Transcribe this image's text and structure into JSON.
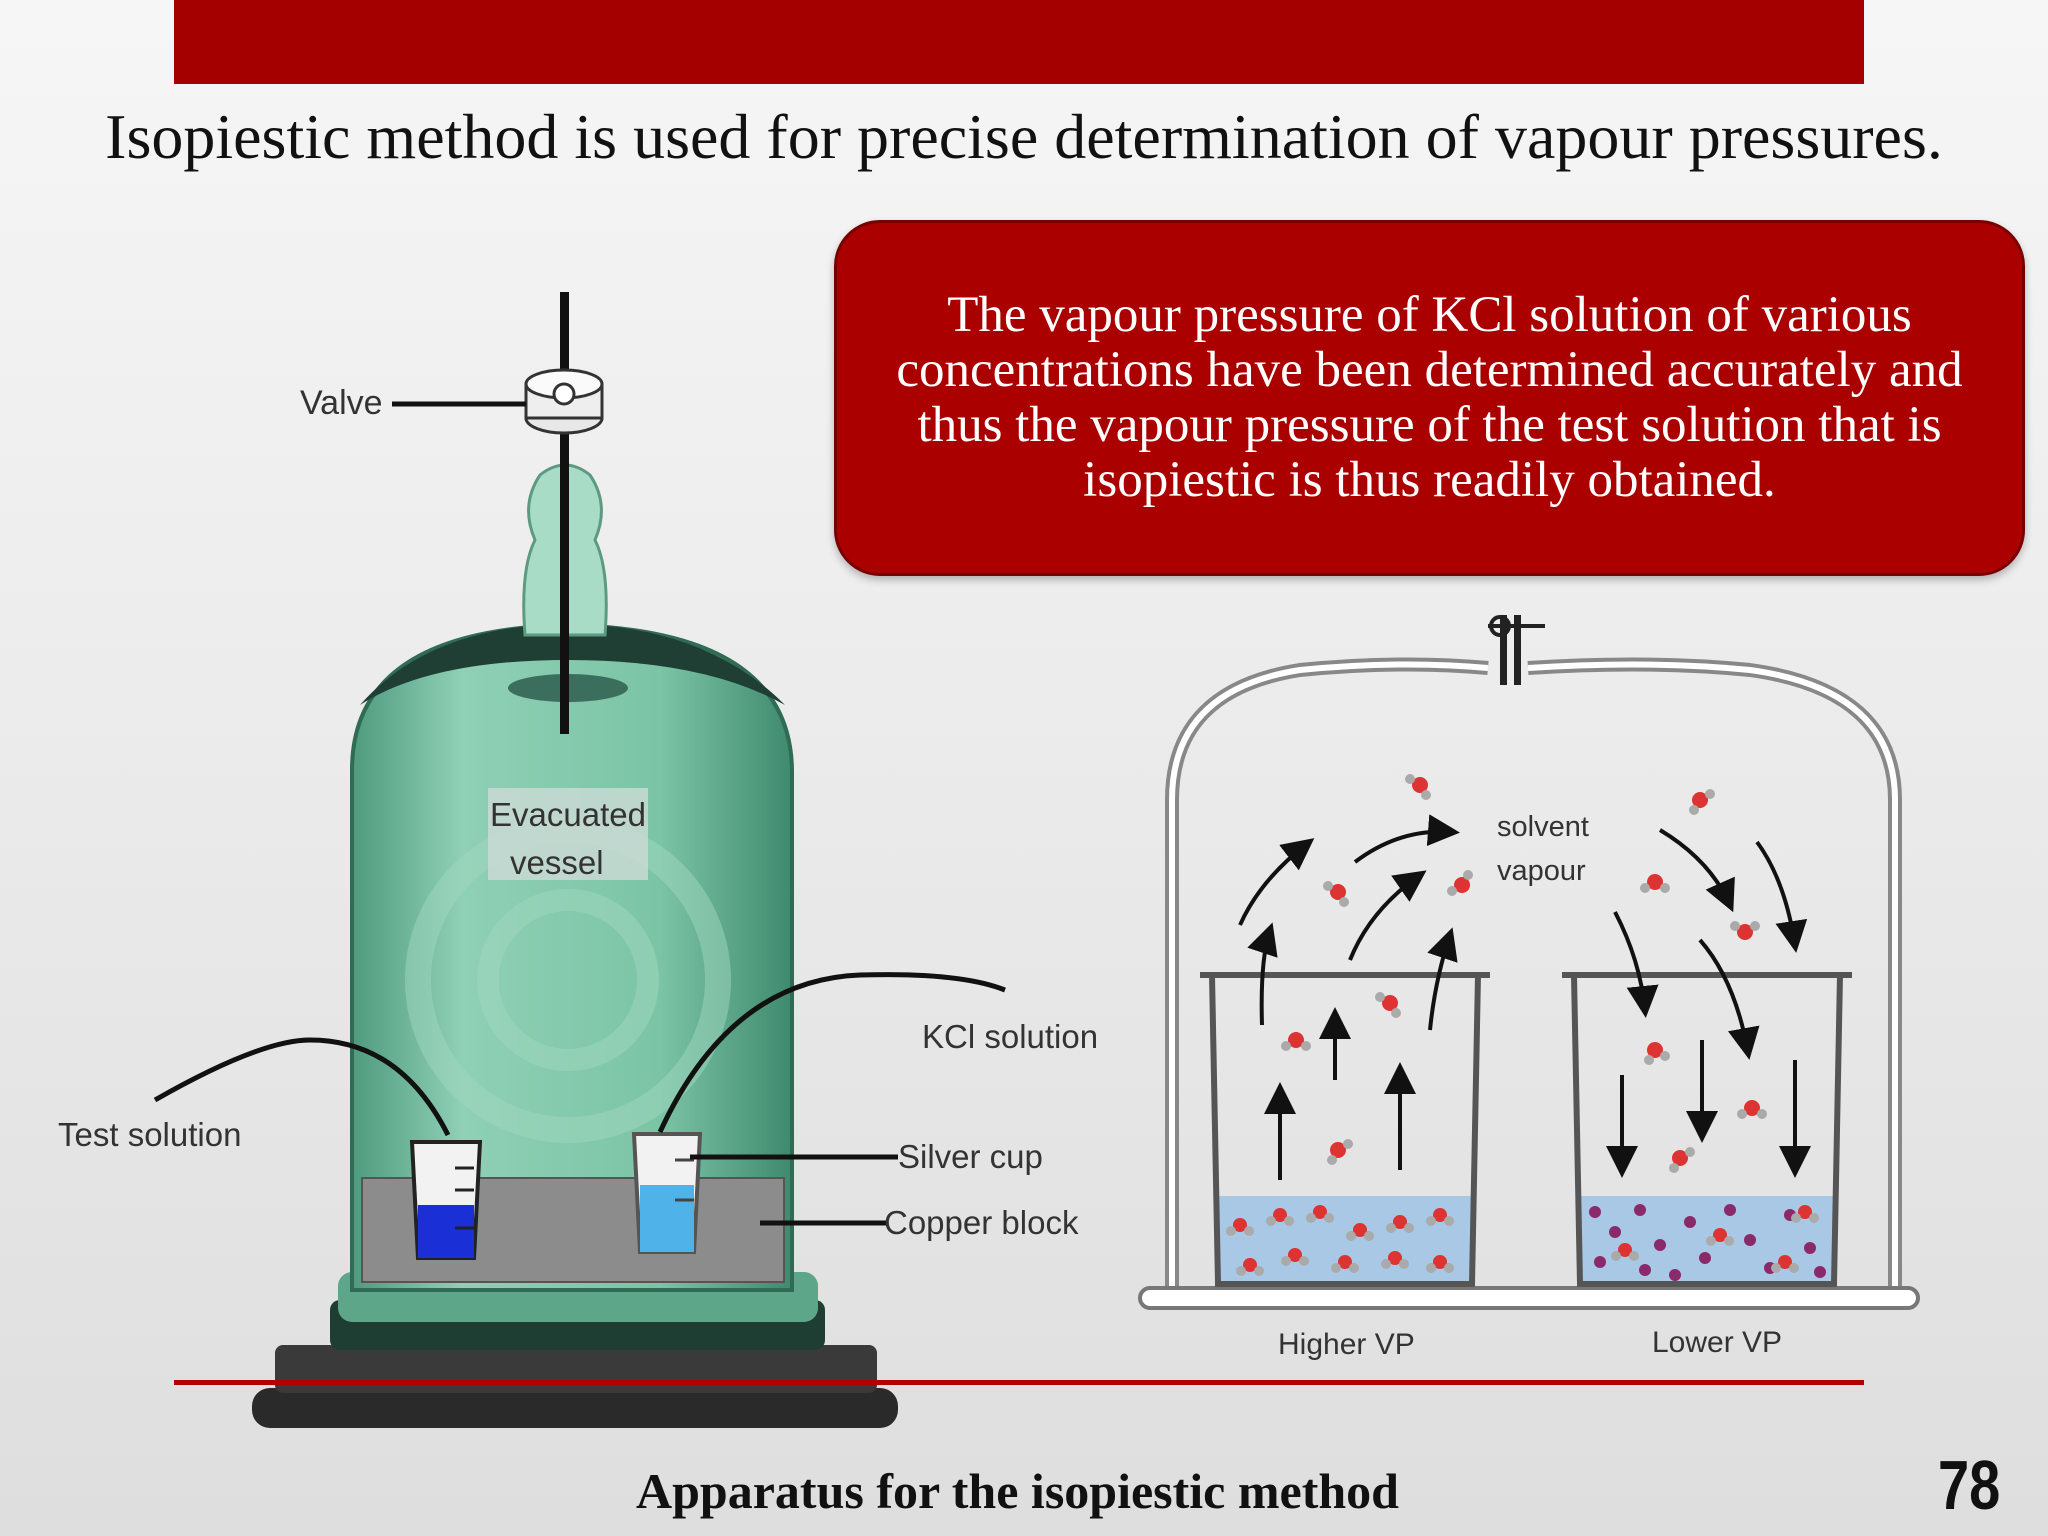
{
  "slide": {
    "title": "Isopiestic method is used for precise determination of vapour pressures.",
    "callout": "The vapour pressure of KCl solution of various concentrations have been determined accurately and thus the vapour pressure of the test solution that is isopiestic is thus readily obtained.",
    "caption": "Apparatus for the isopiestic method",
    "page_number": "78"
  },
  "left_diagram": {
    "labels": {
      "valve": "Valve",
      "vessel_line1": "Evacuated",
      "vessel_line2": "vessel",
      "kcl": "KCl solution",
      "test": "Test solution",
      "silver_cup": "Silver cup",
      "copper_block": "Copper block"
    }
  },
  "right_diagram": {
    "labels": {
      "vapour_line1": "solvent",
      "vapour_line2": "vapour",
      "higher": "Higher VP",
      "lower": "Lower VP"
    }
  },
  "colors": {
    "accent_red": "#a50000",
    "glass_green": "#6fb39a",
    "test_solution_blue": "#1a2fd6",
    "kcl_solution_blue": "#4fb3ea"
  }
}
